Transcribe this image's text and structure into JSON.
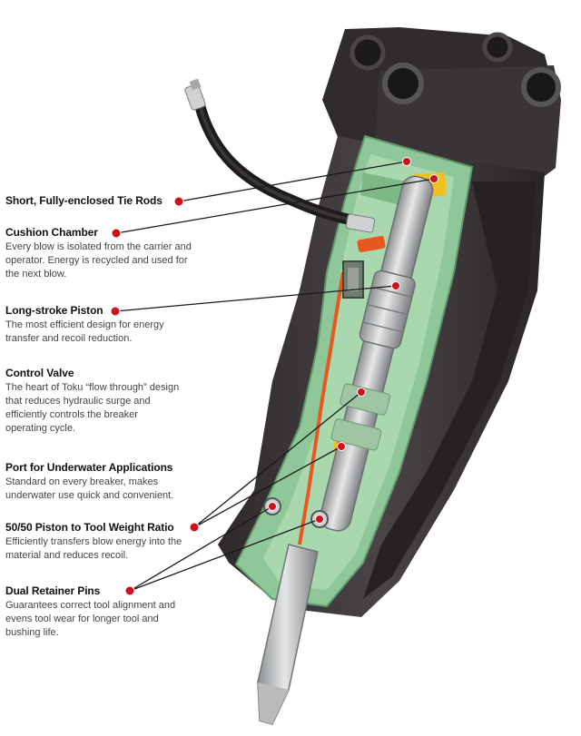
{
  "callouts": [
    {
      "title": "Short, Fully-enclosed Tie Rods",
      "desc": ""
    },
    {
      "title": "Cushion Chamber",
      "desc": "Every blow is isolated from the carrier and operator. Energy is recycled and used for the next blow."
    },
    {
      "title": "Long-stroke Piston",
      "desc": "The most efficient design for energy transfer and recoil reduction."
    },
    {
      "title": "Control Valve",
      "desc": "The heart of Toku “flow through” design that reduces hydraulic surge and efficiently controls the breaker operating cycle."
    },
    {
      "title": "Port for Underwater Applications",
      "desc": "Standard on every breaker, makes underwater use quick and convenient."
    },
    {
      "title": "50/50 Piston to Tool Weight Ratio",
      "desc": "Efficiently transfers blow energy into the material and reduces recoil."
    },
    {
      "title": "Dual Retainer Pins",
      "desc": "Guarantees correct tool alignment and evens tool wear for longer tool and bushing life."
    }
  ],
  "colors": {
    "marker": "#d0101a",
    "housing": "#3c3638",
    "cutaway": "#8fc79a",
    "piston": "#c2c4c6",
    "accent_yellow": "#f0c020",
    "accent_orange": "#e8581e"
  }
}
